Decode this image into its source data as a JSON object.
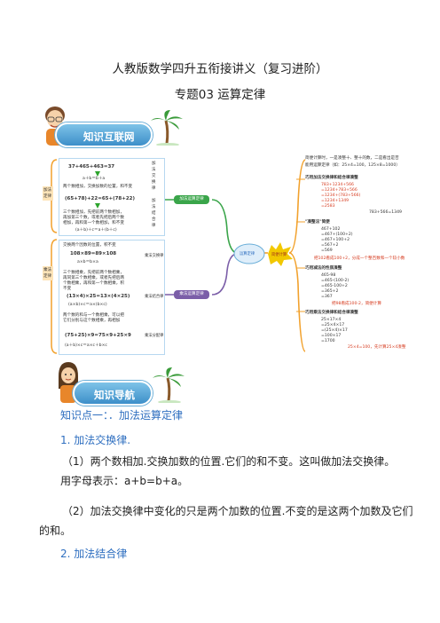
{
  "header": {
    "title": "人教版数学四升五衔接讲义（复习进阶）",
    "subtitle": "专题03 运算定律"
  },
  "banner_1": {
    "label": "知识互联网"
  },
  "banner_2": {
    "label": "知识导航"
  },
  "mindmap": {
    "root": "运算定律",
    "left_hub_top": "加法运算定律",
    "left_hub_bottom": "乘法运算定律",
    "right_hub": "简便计算",
    "left_label_top": "加法定律",
    "left_label_bottom": "乘法定律",
    "add_box": {
      "expr1": "37+465+463=37",
      "formula1": "a＋b＝b＋a",
      "note1": "两个数相加，交换加数的位置，和不变",
      "expr2": "(65+78)+22=65+(78+22)",
      "formula2": "(a＋b)＋c＝a＋(b＋c)",
      "note2": "三个数相加，先把前两个数相加，再加第三个数，或者先把后两个数相加，再和第一个数相加，和不变",
      "label1": "加法交换律",
      "label2": "加法结合律"
    },
    "mul_box": {
      "note1": "交换两个因数的位置，积不变",
      "expr1": "108×89=89×108",
      "formula1": "a×b＝b×a",
      "note2": "三个数相乘，先把前两个数相乘，再同第三个数相乘，或者先把后两个数相乘，再和第一个数相乘，积不变",
      "expr2": "(13×4)×25=13×(4×25)",
      "formula2": "(a×b)×c＝a×(b×c)",
      "note3": "两个数的和与一个数相乘，可以把它们分别与这个数相乘，再相加",
      "expr3": "(75+25)×9=75×9+25×9",
      "formula3": "(a＋b)×c＝a×c＋b×c",
      "label1": "乘法交换律",
      "label2": "乘法结合律",
      "label3": "乘法分配律"
    },
    "right_box": {
      "line1": "简便计算时，一是凑整十、整十的数，二是看出是否",
      "line2": "能用运算定律（如：25×4=100，125×8=1000）",
      "sec1": "巧用加法交换律和结合律凑整",
      "s1_lines": [
        "783+1234+566",
        "=1234+783+566",
        "=1234+(783+566)",
        "=1234+1349",
        "=2583"
      ],
      "s1_note": "783+566=1349",
      "sec2": "\"凑整法\"简便",
      "s2_lines": [
        "467+102",
        "=467+(100+2)",
        "=467+100+2",
        "=567+2",
        "=569"
      ],
      "s2_note": "把102看成100+2，分成一个整百数和一个较小数",
      "sec3": "巧用减法的性质凑整",
      "s3_lines": [
        "465-98",
        "=465-(100-2)",
        "=465-100+2",
        "=365+2",
        "=367"
      ],
      "s3_note": "把98看成100-2，简便计算",
      "sec4": "巧用乘法交换律和结合律凑整",
      "s4_lines": [
        "25×17×4",
        "=25×4×17",
        "=(25×4)×17",
        "=100×17",
        "=1700"
      ],
      "s4_note": "25×4=100，先计算25×4凑整"
    }
  },
  "content": {
    "point_1": "知识点一：．加法运算定律",
    "h_1": "1. 加法交换律.",
    "p_1": "（1）两个数相加.交换加数的位置.它们的和不变。这叫做加法交换律。",
    "p_2": "用字母表示：a+b=b+a。",
    "p_3a": "（2）加法交换律中变化的只是两个加数的位置.不变的是这两个加数及它们",
    "p_3b": "的和。",
    "h_2": "2. 加法结合律"
  },
  "colors": {
    "accent_blue": "#2f6fc0",
    "banner_blue": "#3d8fc9",
    "mm_green": "#3aa54a",
    "mm_purple": "#7b5ea8",
    "mm_red": "#d63b1f",
    "mm_yellow": "#f2c800"
  }
}
